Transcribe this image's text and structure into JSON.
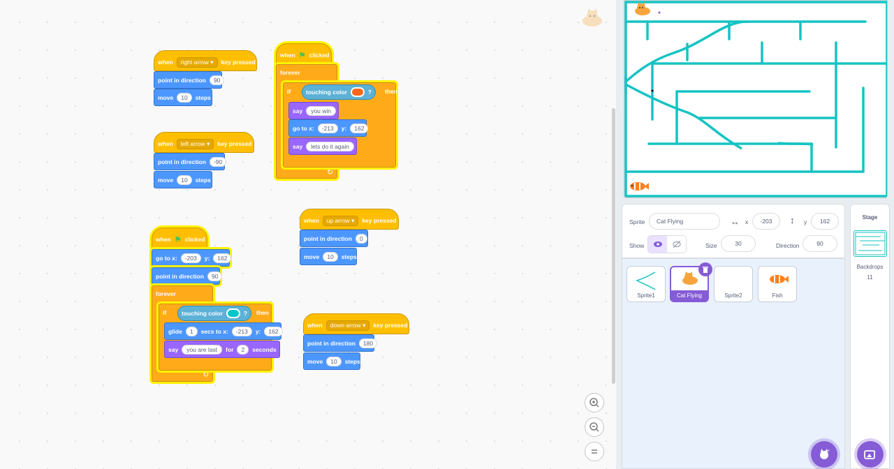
{
  "scripts": {
    "right": {
      "when": "when",
      "key": "right arrow",
      "key_pressed": "key pressed",
      "point": "point in direction",
      "dir": "90",
      "move": "move",
      "steps_val": "10",
      "steps": "steps"
    },
    "left": {
      "when": "when",
      "key": "left arrow",
      "key_pressed": "key pressed",
      "point": "point in direction",
      "dir": "-90",
      "move": "move",
      "steps_val": "10",
      "steps": "steps"
    },
    "up": {
      "when": "when",
      "key": "up arrow",
      "key_pressed": "key pressed",
      "point": "point in direction",
      "dir": "0",
      "move": "move",
      "steps_val": "10",
      "steps": "steps"
    },
    "down": {
      "when": "when",
      "key": "down arrow",
      "key_pressed": "key pressed",
      "point": "point in direction",
      "dir": "180",
      "move": "move",
      "steps_val": "10",
      "steps": "steps"
    },
    "flag1": {
      "when": "when",
      "clicked": "clicked",
      "forever": "forever",
      "if": "if",
      "touching": "touching color",
      "q": "?",
      "then": "then",
      "touch_color": "#ff661a",
      "say": "say",
      "say1": "you win",
      "goto": "go to x:",
      "x": "-213",
      "y_lbl": "y:",
      "y": "162",
      "say2": "lets do it again"
    },
    "flag2": {
      "when": "when",
      "clicked": "clicked",
      "goto": "go to x:",
      "x": "-203",
      "y_lbl": "y:",
      "y": "162",
      "point": "point in direction",
      "dir": "90",
      "forever": "forever",
      "if": "if",
      "touching": "touching color",
      "q": "?",
      "then": "then",
      "touch_color": "#00c8c8",
      "glide": "glide",
      "secs": "1",
      "secs_to": "secs to x:",
      "gx": "-213",
      "gy_lbl": "y:",
      "gy": "162",
      "say": "say",
      "say_text": "you are last",
      "for": "for",
      "for_val": "2",
      "seconds": "seconds"
    }
  },
  "zoom": {
    "in_icon": "zoom-in-icon",
    "out_icon": "zoom-out-icon",
    "reset_icon": "zoom-reset-icon"
  },
  "sprite_info": {
    "sprite_label": "Sprite",
    "sprite_name": "Cat Flying",
    "x_label": "x",
    "x_val": "-203",
    "y_label": "y",
    "y_val": "162",
    "show_label": "Show",
    "size_label": "Size",
    "size_val": "30",
    "direction_label": "Direction",
    "direction_val": "90"
  },
  "sprites": [
    {
      "name": "Sprite1"
    },
    {
      "name": "Cat Flying"
    },
    {
      "name": "Sprite2"
    },
    {
      "name": "Fish"
    }
  ],
  "stage_panel": {
    "title": "Stage",
    "backdrops_label": "Backdrops",
    "backdrops_count": "11"
  },
  "colors": {
    "maze": "#16c3c3",
    "accent": "#855cd6"
  }
}
